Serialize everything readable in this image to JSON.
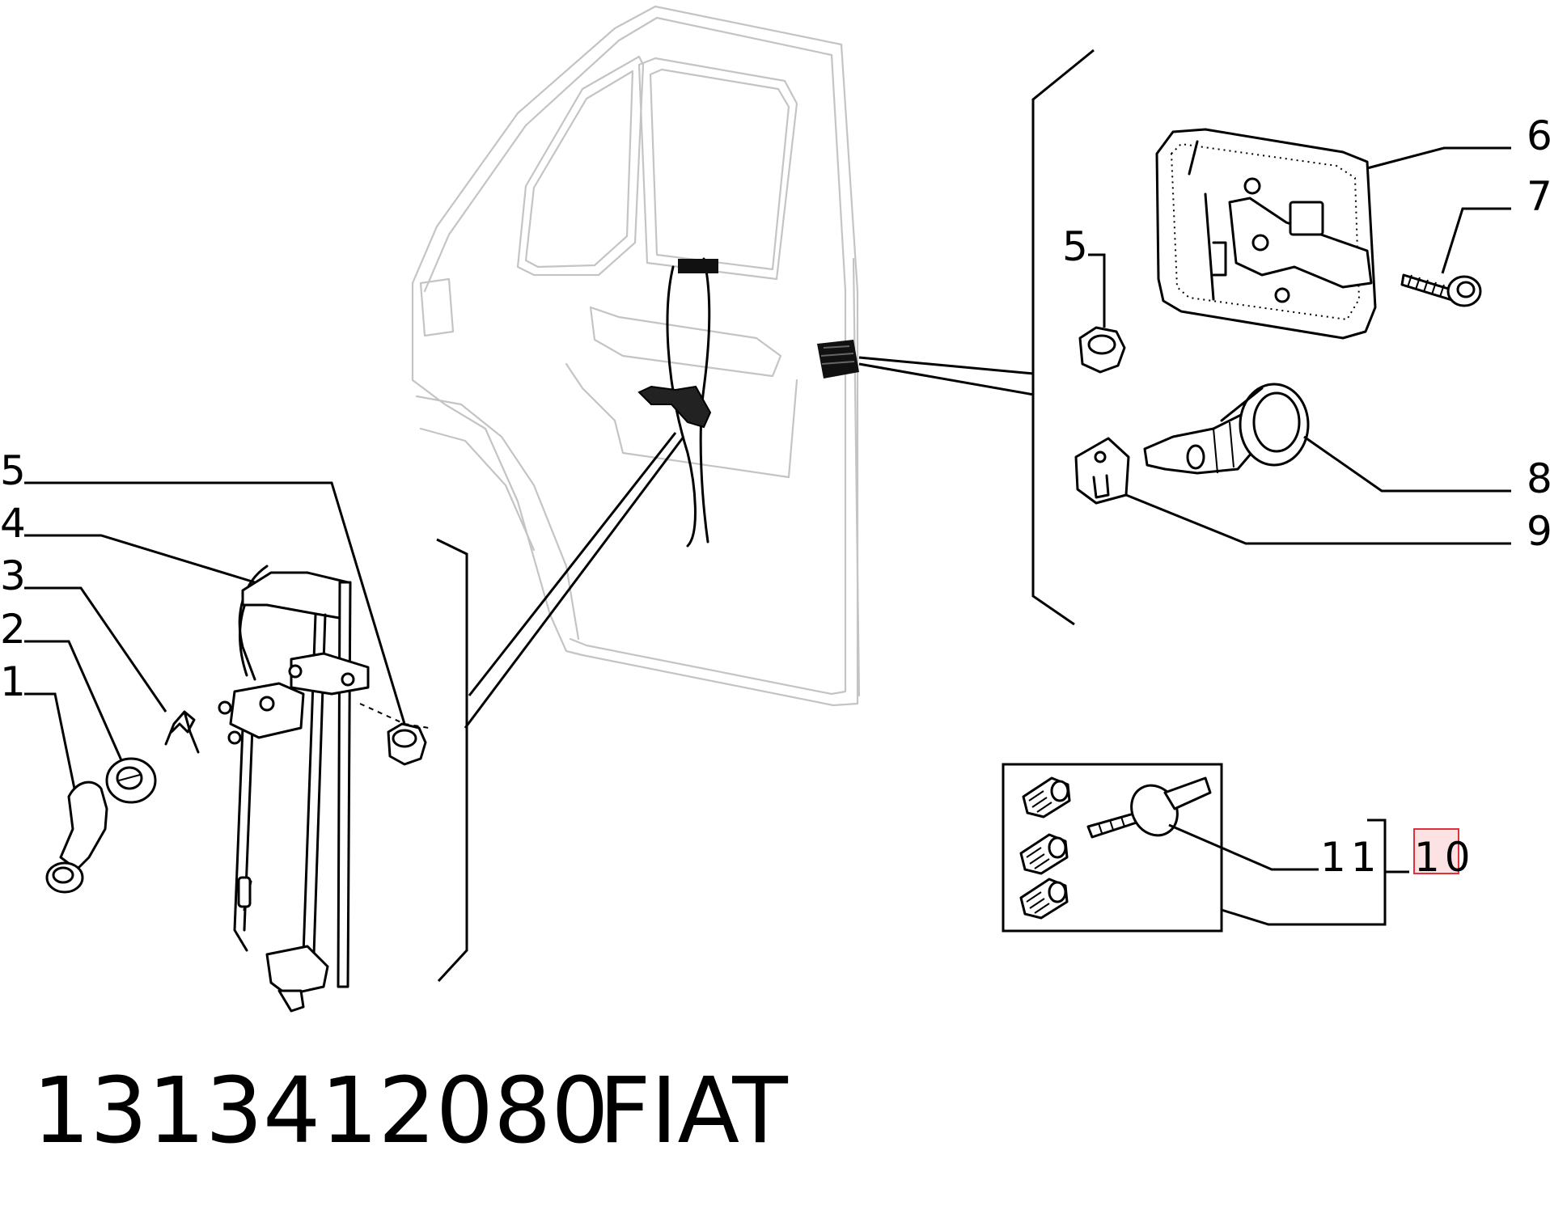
{
  "callouts": [
    {
      "id": "c1",
      "label": "1"
    },
    {
      "id": "c2",
      "label": "2"
    },
    {
      "id": "c3",
      "label": "3"
    },
    {
      "id": "c4",
      "label": "4"
    },
    {
      "id": "c5a",
      "label": "5"
    },
    {
      "id": "c5b",
      "label": "5"
    },
    {
      "id": "c6",
      "label": "6"
    },
    {
      "id": "c7",
      "label": "7"
    },
    {
      "id": "c8",
      "label": "8"
    },
    {
      "id": "c9",
      "label": "9"
    },
    {
      "id": "c11",
      "label": "11"
    },
    {
      "id": "c10",
      "label": "10"
    }
  ],
  "highlight": {
    "label": "10",
    "color": "#e0303a"
  },
  "footer": {
    "part_number": "1313412080",
    "brand": "FIAT"
  }
}
